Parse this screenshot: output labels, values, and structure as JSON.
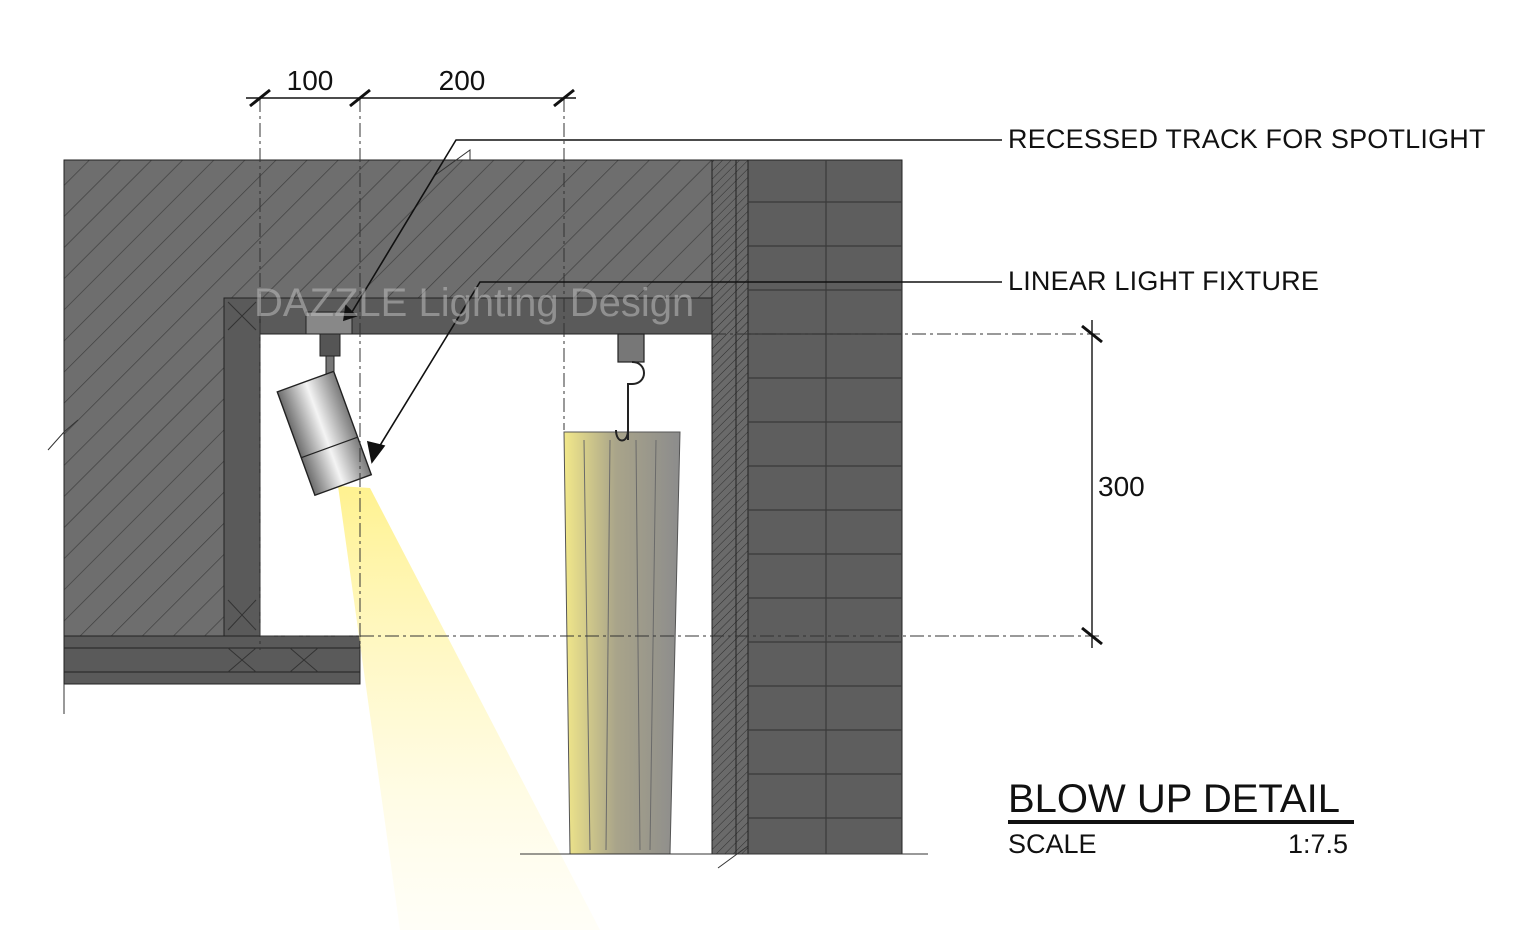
{
  "dimensions": {
    "d1": "100",
    "d2": "200",
    "d3": "300"
  },
  "callouts": {
    "track": "RECESSED TRACK FOR SPOTLIGHT",
    "linear": "LINEAR LIGHT FIXTURE"
  },
  "title_block": {
    "title": "BLOW UP DETAIL",
    "scale_label": "SCALE",
    "scale_value": "1:7.5"
  },
  "watermark": "DAZZLE Lighting Design",
  "colors": {
    "concrete": "#6b6b6b",
    "concrete_hatch": "#4a4a4a",
    "brick": "#5c5c5c",
    "curtain": "#8a8a8a",
    "light_beam": "#fff3a8",
    "line": "#111111"
  }
}
